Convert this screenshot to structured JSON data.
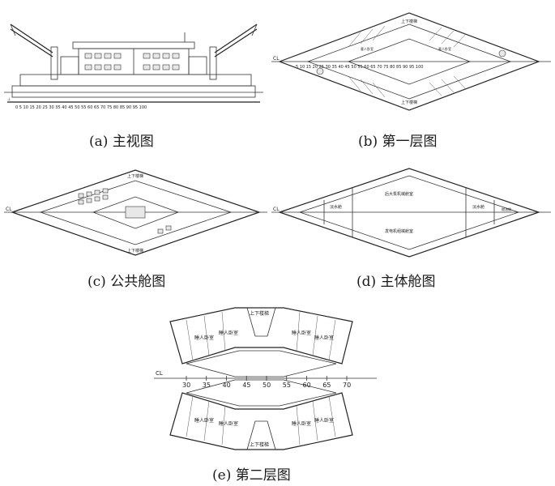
{
  "captions": {
    "a": "(a) 主视图",
    "b": "(b) 第一层图",
    "c": "(c) 公共舱图",
    "d": "(d) 主体舱图",
    "e": "(e) 第二层图"
  },
  "axis": {
    "cl": "CL",
    "frames_b": [
      "5",
      "10",
      "15",
      "20",
      "25",
      "30",
      "35",
      "40",
      "45",
      "50",
      "55",
      "60",
      "65",
      "70",
      "75",
      "80",
      "85",
      "90",
      "95",
      "100"
    ],
    "frames_e": [
      "30",
      "35",
      "40",
      "45",
      "50",
      "55",
      "60",
      "65",
      "70"
    ]
  },
  "rooms": {
    "stairs": "上下楼梯",
    "room": "客人卧室",
    "sleep": "睡人卧室",
    "d_top": "后大泵机械舱室",
    "d_bottom": "发电机组械舱室",
    "d_water_l": "淡水舱",
    "d_water_r": "淡水舱",
    "d_fuel": "燃油舱"
  }
}
